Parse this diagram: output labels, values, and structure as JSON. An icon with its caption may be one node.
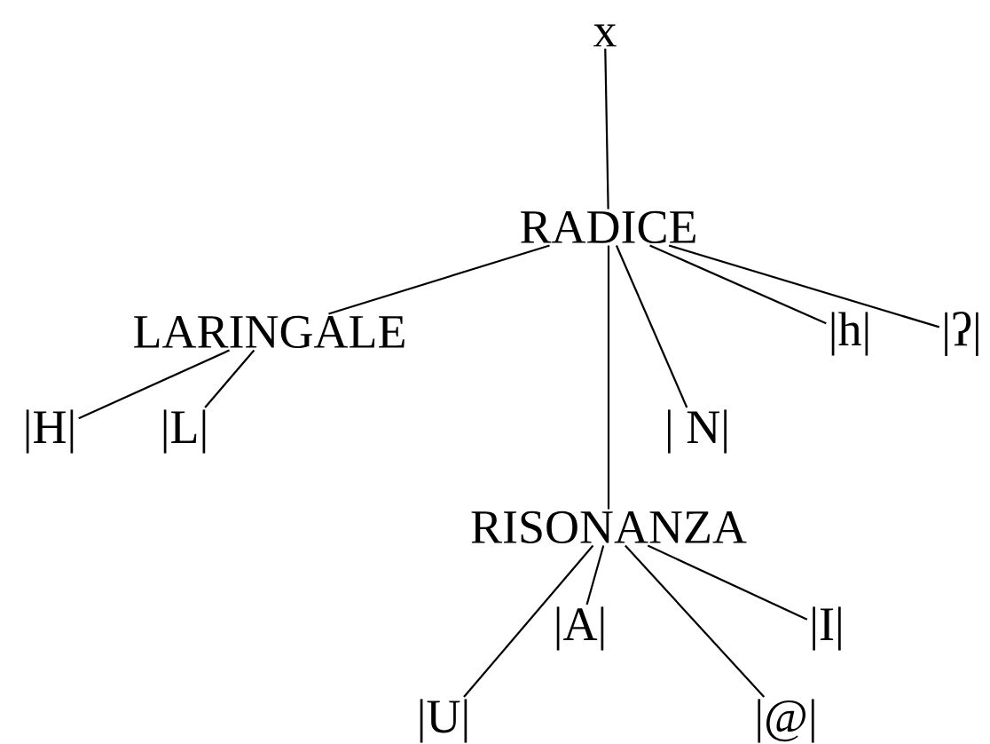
{
  "diagram": {
    "nodes": [
      {
        "text": [
          "x"
        ]
      },
      {
        "text": [
          "RADICE"
        ]
      },
      {
        "text": [
          "LARINGALE"
        ]
      },
      {
        "text": [
          "|h|"
        ]
      },
      {
        "text": [
          "|ʔ|"
        ]
      },
      {
        "text": [
          "|H|"
        ]
      },
      {
        "text": [
          "|L|"
        ]
      },
      {
        "text": [
          "| N|"
        ]
      },
      {
        "text": [
          "RISONANZA"
        ]
      },
      {
        "text": [
          "|A|"
        ]
      },
      {
        "text": [
          "|I|"
        ]
      },
      {
        "text": [
          "|U|"
        ]
      },
      {
        "text": [
          "|@|"
        ]
      }
    ],
    "edges": [
      {
        "from": 0,
        "to": 1,
        "arrow": "none"
      },
      {
        "from": 1,
        "to": 2,
        "arrow": "none"
      },
      {
        "from": 1,
        "to": 3,
        "arrow": "none"
      },
      {
        "from": 1,
        "to": 4,
        "arrow": "none"
      },
      {
        "from": 1,
        "to": 7,
        "arrow": "none"
      },
      {
        "from": 1,
        "to": 8,
        "arrow": "none"
      },
      {
        "from": 2,
        "to": 5,
        "arrow": "none"
      },
      {
        "from": 2,
        "to": 6,
        "arrow": "none"
      },
      {
        "from": 8,
        "to": 11,
        "arrow": "none"
      },
      {
        "from": 8,
        "to": 9,
        "arrow": "none"
      },
      {
        "from": 8,
        "to": 12,
        "arrow": "none"
      },
      {
        "from": 8,
        "to": 10,
        "arrow": "none"
      }
    ]
  }
}
